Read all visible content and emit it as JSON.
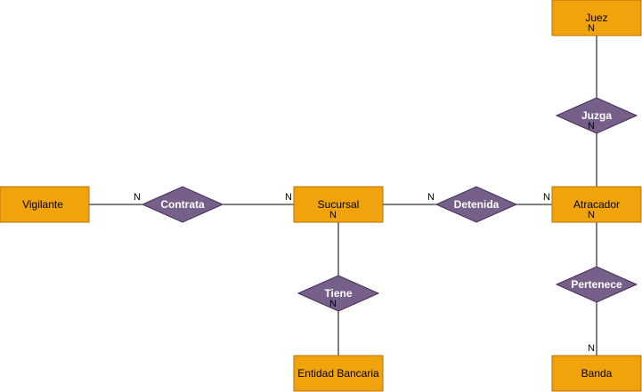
{
  "entities": {
    "vigilante": "Vigilante",
    "sucursal": "Sucursal",
    "atracador": "Atracador",
    "juez": "Juez",
    "entidad_bancaria": "Entidad Bancaria",
    "banda": "Banda"
  },
  "relationships": {
    "contrata": "Contrata",
    "detenida": "Detenida",
    "juzga": "Juzga",
    "tiene": "Tiene",
    "pertenece": "Pertenece"
  },
  "cardinality": "N",
  "colors": {
    "entity_fill": "#f0a30a",
    "entity_stroke": "#bd7000",
    "relationship_fill": "#76608a",
    "relationship_stroke": "#432d57"
  }
}
